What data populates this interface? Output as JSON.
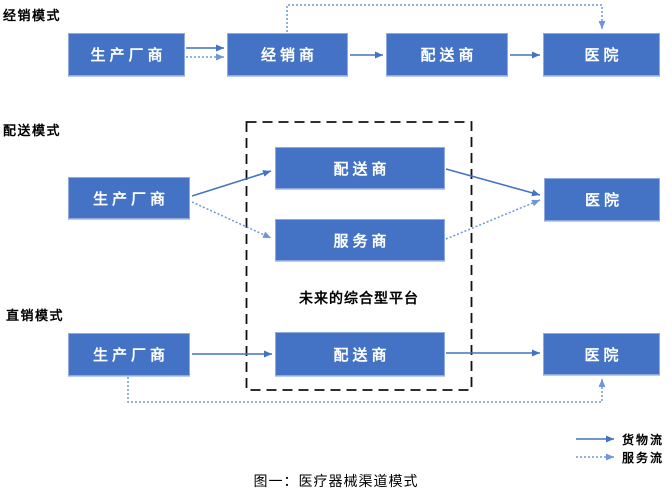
{
  "sections": {
    "distribution": "经销模式",
    "delivery": "配送模式",
    "direct": "直销模式"
  },
  "nodes": {
    "manufacturer": "生产厂商",
    "dealer": "经销商",
    "distributor": "配送商",
    "service_provider": "服务商",
    "hospital": "医院"
  },
  "platform": {
    "label": "未来的综合型平台"
  },
  "legend": {
    "goods_flow": "货物流",
    "service_flow": "服务流"
  },
  "caption": "图一：医疗器械渠道模式",
  "colors": {
    "box_fill": "#4472C4",
    "box_border": "#8FAADC",
    "solid_arrow": "#4472C4",
    "dotted_arrow": "#6E96D8",
    "dashed_box_border": "#111111",
    "text_on_box": "#FFFFFF"
  }
}
